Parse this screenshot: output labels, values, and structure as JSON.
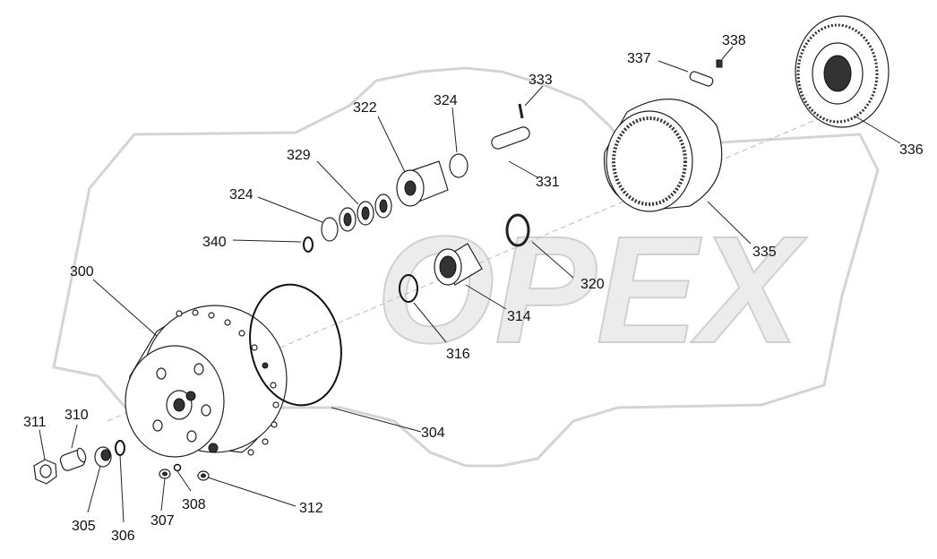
{
  "watermark": {
    "text": "OPEX"
  },
  "labels": {
    "p300": "300",
    "p304": "304",
    "p305": "305",
    "p306": "306",
    "p307": "307",
    "p308": "308",
    "p310": "310",
    "p311": "311",
    "p312": "312",
    "p314": "314",
    "p316": "316",
    "p320": "320",
    "p322": "322",
    "p324a": "324",
    "p324b": "324",
    "p329": "329",
    "p331": "331",
    "p333": "333",
    "p335": "335",
    "p336": "336",
    "p337": "337",
    "p338": "338",
    "p340": "340"
  }
}
